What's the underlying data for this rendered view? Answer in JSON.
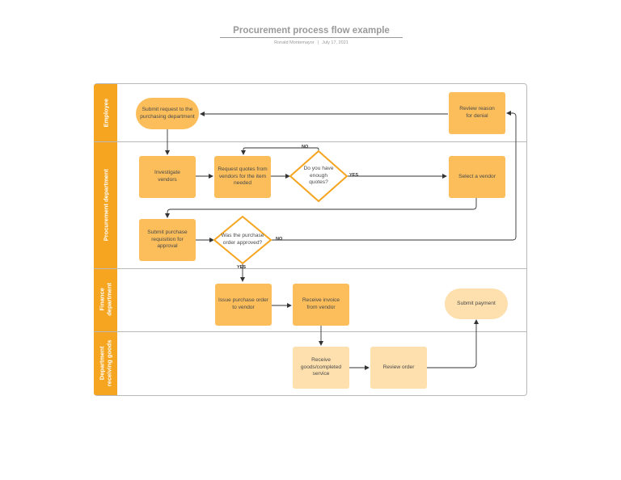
{
  "document": {
    "title": "Procurement process flow example",
    "author": "Ronald Montemayor",
    "separator": "|",
    "date": "July 17, 2021"
  },
  "lanes": {
    "employee": "Employee",
    "procurement": "Procurement department",
    "finance_line1": "Finance",
    "finance_line2": "department",
    "receiving_line1": "Department",
    "receiving_line2": "receiving goods"
  },
  "nodes": {
    "submit_request": "Submit request to the purchasing department",
    "review_reason": "Review reason for denial",
    "investigate_vendors": "Investigate vendors",
    "request_quotes": "Request quotes from vendors for the item needed",
    "enough_quotes": "Do you have enough quotes?",
    "select_vendor": "Select a vendor",
    "submit_requisition": "Submit purchase requisition for approval",
    "po_approved": "Was the purchase order approved?",
    "issue_po": "Issue purchase order to vendor",
    "receive_invoice": "Receive invoice from vendor",
    "submit_payment": "Submit payment",
    "receive_goods": "Receive goods/completed service",
    "review_order": "Review order"
  },
  "edge_labels": {
    "quotes_no": "NO",
    "quotes_yes": "YES",
    "approved_no": "NO",
    "approved_yes": "YES"
  },
  "colors": {
    "lane_band": "#f5a51f",
    "node_dark": "#fbbe5b",
    "node_light": "#fde0ad",
    "decision_border": "#f5a51f",
    "connector": "#333333"
  }
}
